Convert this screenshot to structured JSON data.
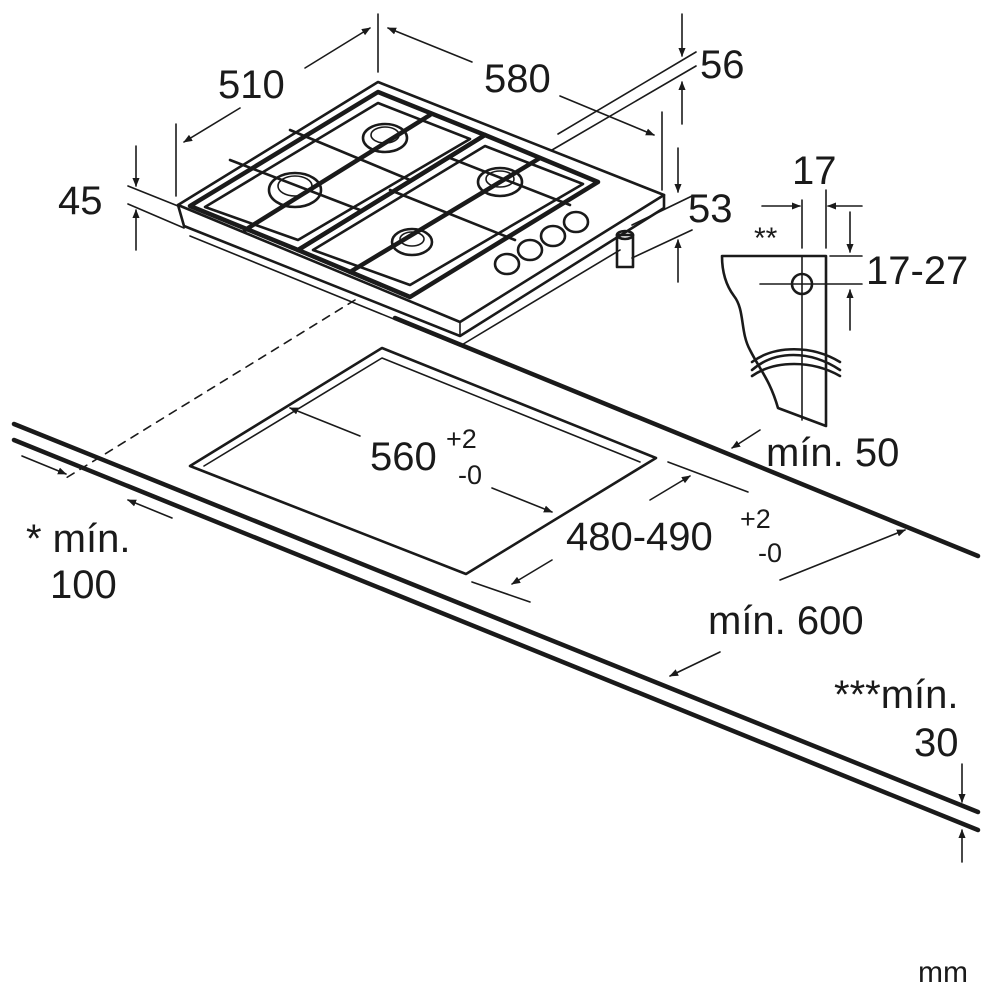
{
  "dimensions": {
    "width_top": "510",
    "depth_top": "580",
    "top_right": "56",
    "left_height": "45",
    "right_height": "53",
    "bracket_width": "17",
    "bracket_marker": "**",
    "bracket_range": "17-27",
    "min_50": "mín. 50",
    "cutout_width": "560",
    "cutout_width_tol_plus": "+2",
    "cutout_width_tol_minus": "-0",
    "cutout_depth": "480-490",
    "cutout_depth_tol_plus": "+2",
    "cutout_depth_tol_minus": "-0",
    "min_100_line1": "* mín.",
    "min_100_line2": "100",
    "min_600": "mín. 600",
    "min_30_line1": "***mín.",
    "min_30_line2": "30"
  },
  "unit": "mm"
}
